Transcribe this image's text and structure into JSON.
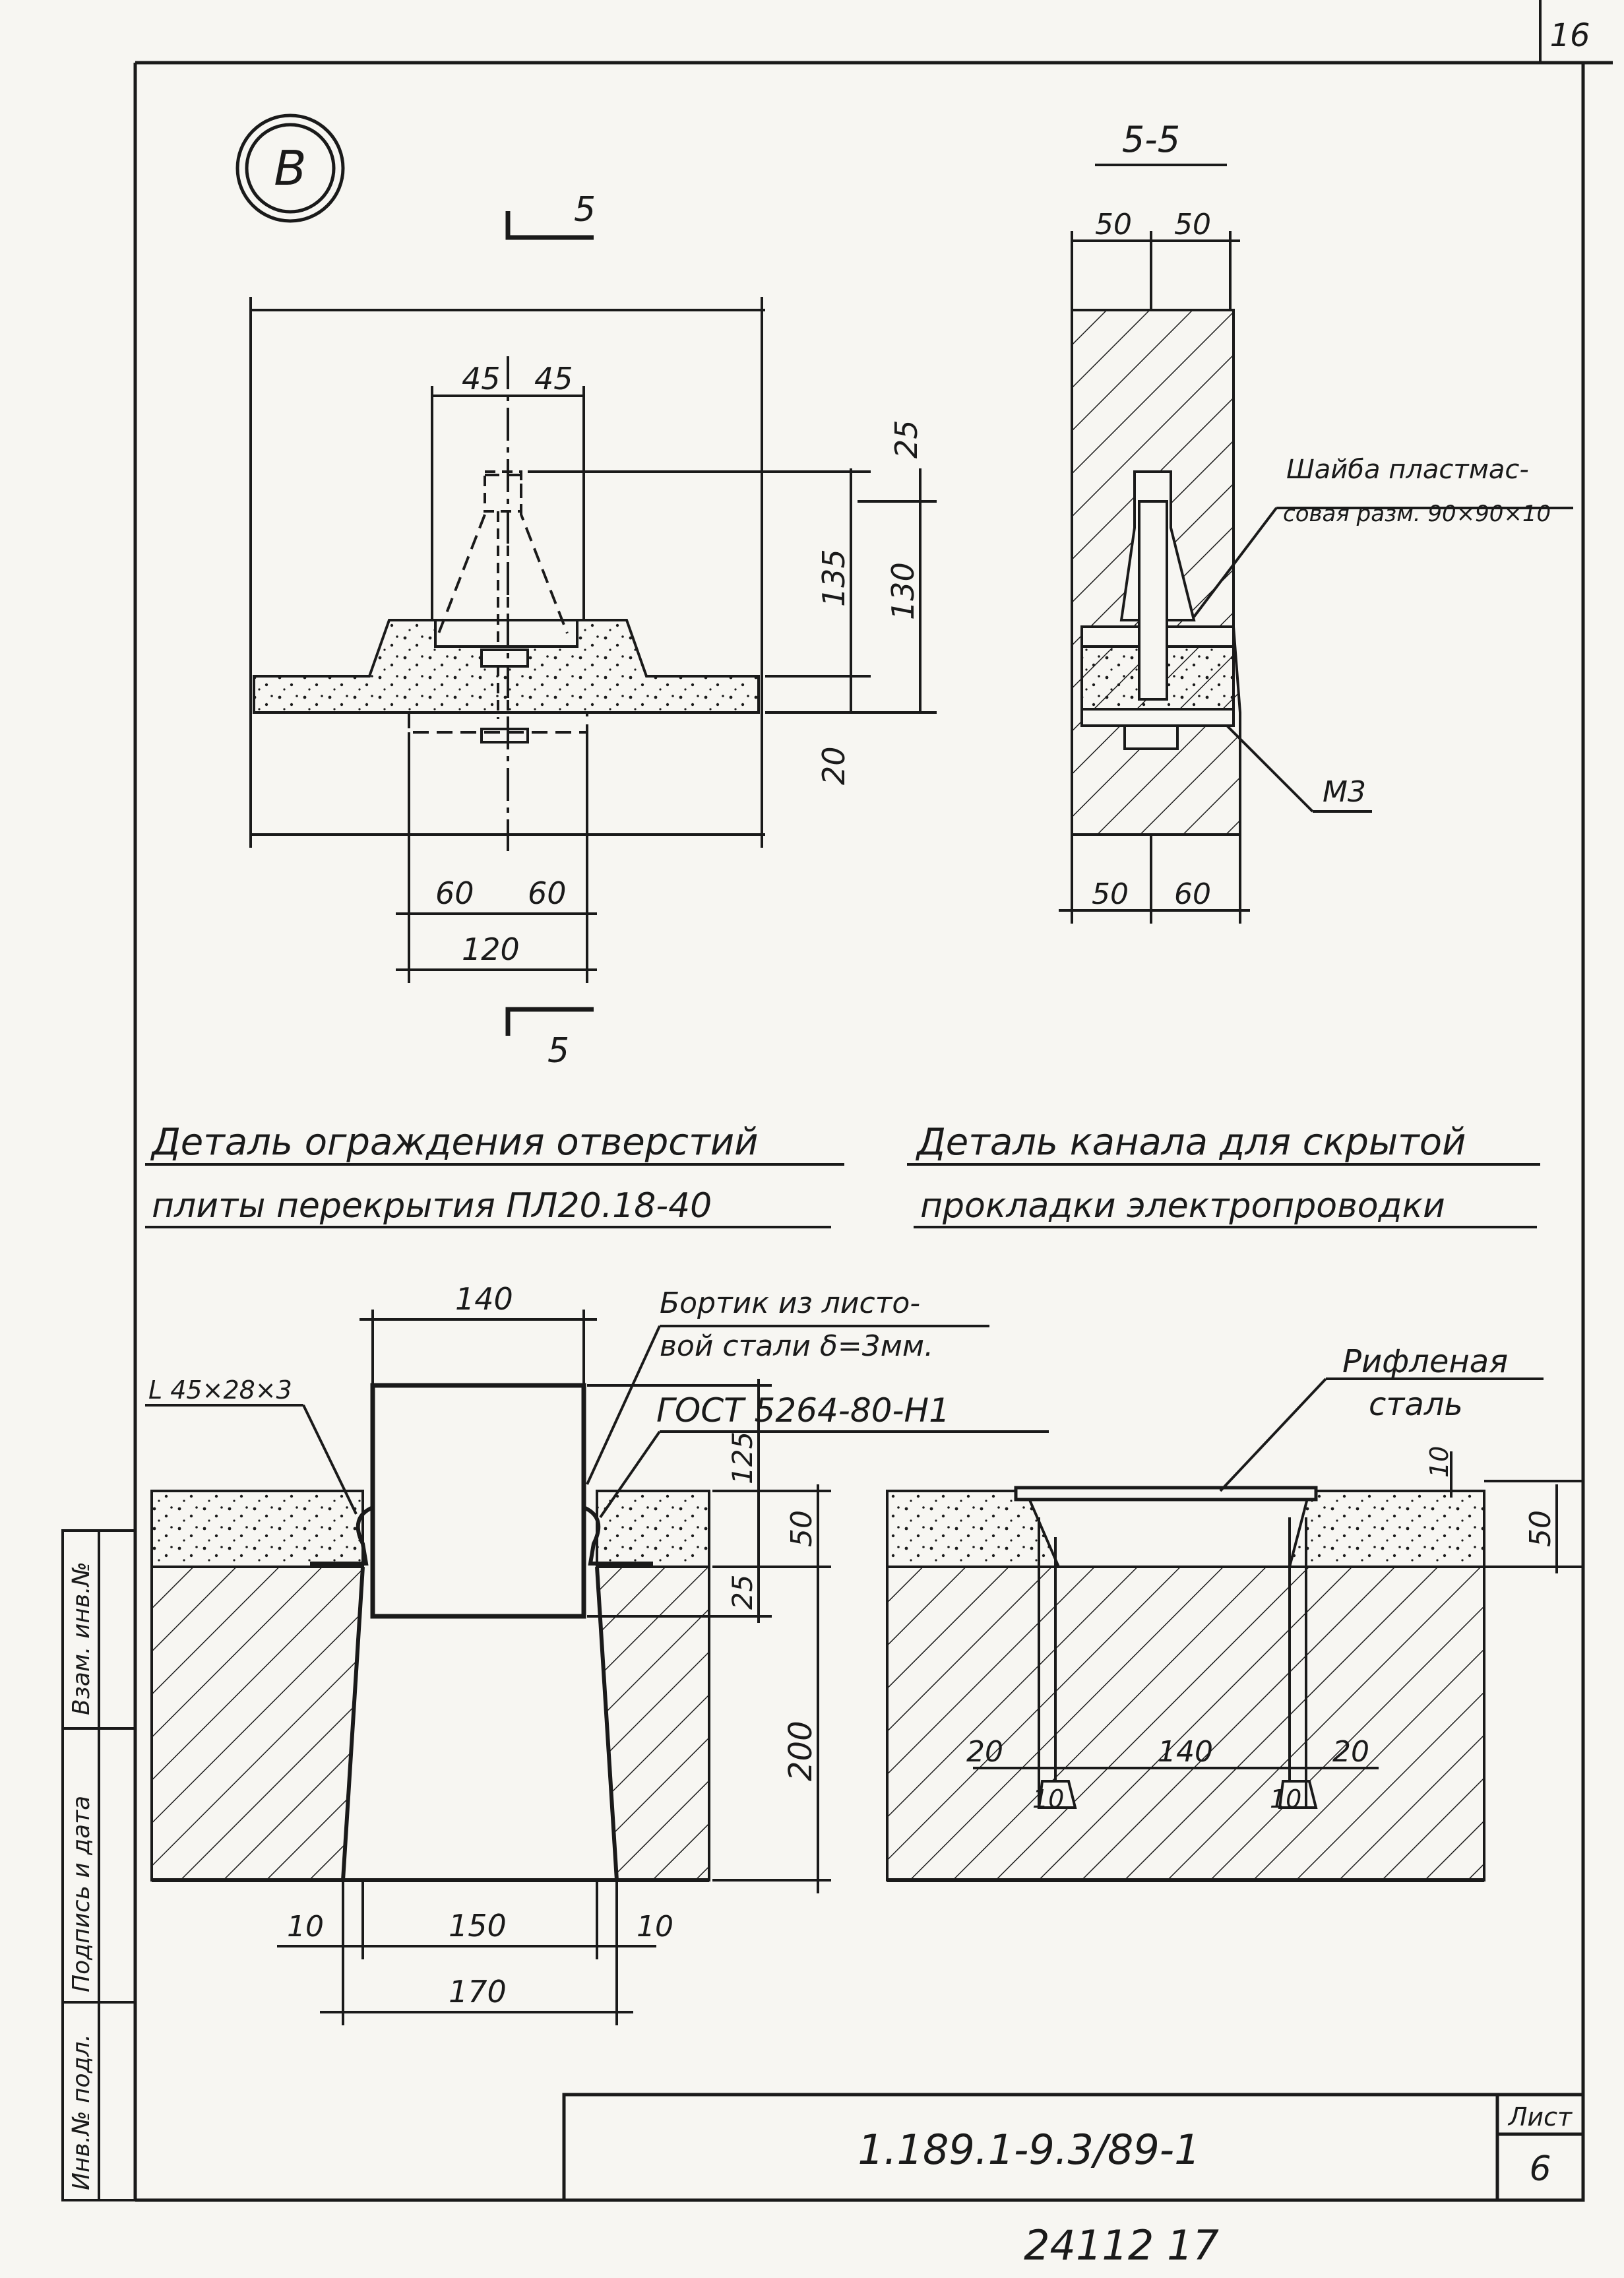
{
  "page_number": "16",
  "detail_marker": "В",
  "section_cut_label": "5",
  "section_title": "5-5",
  "detail_a": {
    "dims": {
      "top_45_left": "45",
      "top_45_right": "45",
      "h_25": "25",
      "h_135": "135",
      "h_130": "130",
      "h_20": "20",
      "b_60_left": "60",
      "b_60_right": "60",
      "b_120": "120"
    }
  },
  "section_5_5": {
    "dims": {
      "t_50_left": "50",
      "t_50_right": "50",
      "b_50": "50",
      "b_60": "60"
    },
    "washer_note_line1": "Шайба пластмас-",
    "washer_note_line2": "совая разм. 90×90×10",
    "bolt_label": "М3"
  },
  "caption_left_line1": "Деталь ограждения отверстий",
  "caption_left_line2": "плиты перекрытия ПЛ20.18-40",
  "caption_right_line1": "Деталь канала для скрытой",
  "caption_right_line2": "прокладки электропроводки",
  "detail_b": {
    "angle_label": "L 45×28×3",
    "rim_note_line1": "Бортик из листо-",
    "rim_note_line2": "вой стали δ=3мм.",
    "gost": "ГОСТ 5264-80-Н1",
    "dims": {
      "top_140": "140",
      "v_125": "125",
      "v_50": "50",
      "v_25": "25",
      "v_200": "200",
      "b_10_left": "10",
      "b_150": "150",
      "b_10_right": "10",
      "b_170": "170"
    }
  },
  "detail_c": {
    "plate_label_line1": "Рифленая",
    "plate_label_line2": "сталь",
    "dims": {
      "d_10_top": "10",
      "d_50": "50",
      "d_20_left": "20",
      "d_140": "140",
      "d_20_right": "20",
      "d_10_left": "10",
      "d_10_right": "10"
    }
  },
  "side_stamp": {
    "inv_orig": "Инв.№ подл.",
    "sign_date": "Подпись и дата",
    "inv_repl": "Взам. инв.№"
  },
  "title_block": {
    "doc_code": "1.189.1-9.3/89-1",
    "sheet_label": "Лист",
    "sheet_number": "6"
  },
  "bottom_number": "24112 17"
}
